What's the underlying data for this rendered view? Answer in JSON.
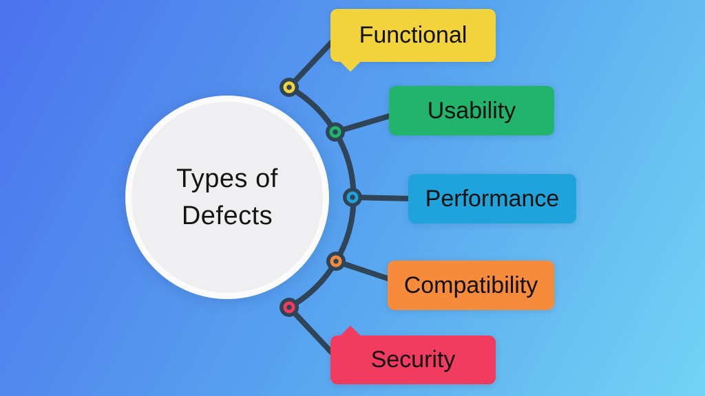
{
  "title": "Types of Defects",
  "center": {
    "title_line1": "Types of",
    "title_line2": "Defects",
    "fill_color": "#efeff1",
    "ring_color": "#fbfbfc"
  },
  "background": {
    "gradient_from": "#4c72ee",
    "gradient_mid": "#57a3ef",
    "gradient_to": "#74d3f4"
  },
  "connector_color": "#2f4456",
  "nodes": [
    {
      "label": "Functional",
      "color": "#F3D43C"
    },
    {
      "label": "Usability",
      "color": "#21B46A"
    },
    {
      "label": "Performance",
      "color": "#1FA3DB"
    },
    {
      "label": "Compatibility",
      "color": "#F68B3C"
    },
    {
      "label": "Security",
      "color": "#F13B5F"
    }
  ]
}
